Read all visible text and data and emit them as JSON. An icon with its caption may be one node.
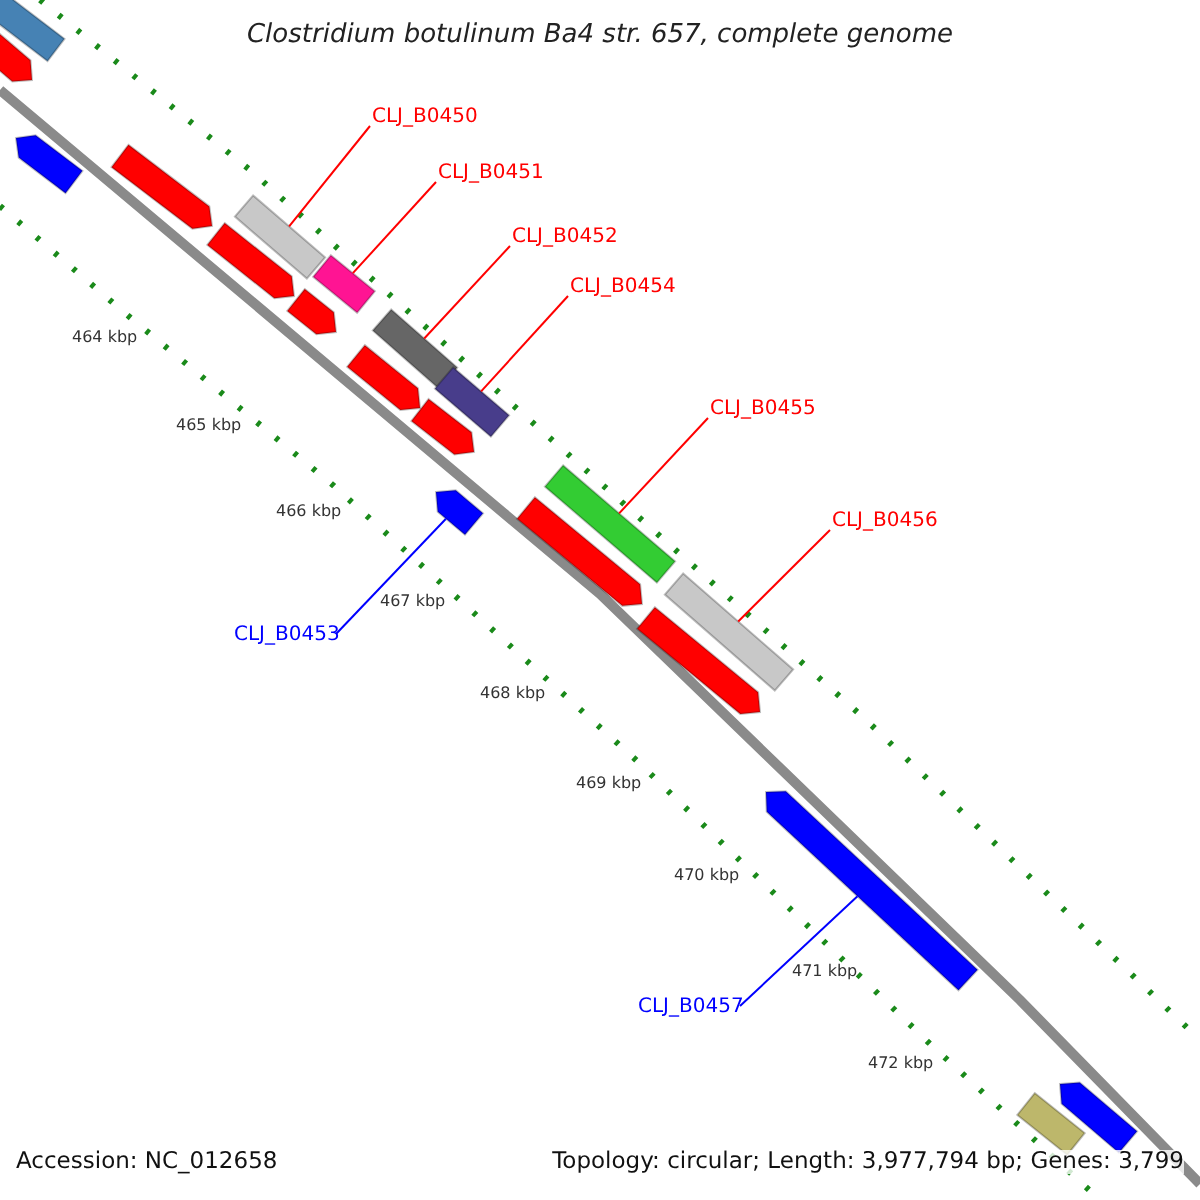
{
  "diagram": {
    "title": "Clostridium botulinum Ba4 str. 657, complete genome",
    "nodes": [
      {
        "text": [
          "CLJ_B0450"
        ]
      },
      {
        "text": [],
        "shape": "bar"
      },
      {
        "text": [
          "CLJ_B0451"
        ]
      },
      {
        "text": [],
        "shape": "bar"
      },
      {
        "text": [
          "CLJ_B0452"
        ]
      },
      {
        "text": [],
        "shape": "bar"
      },
      {
        "text": [
          "CLJ_B0454"
        ]
      },
      {
        "text": [],
        "shape": "bar"
      },
      {
        "text": [
          "CLJ_B0455"
        ]
      },
      {
        "text": [],
        "shape": "bar"
      },
      {
        "text": [
          "CLJ_B0456"
        ]
      },
      {
        "text": [],
        "shape": "bar"
      },
      {
        "text": [
          "CLJ_B0453"
        ]
      },
      {
        "text": [],
        "shape": "arrow"
      },
      {
        "text": [
          "CLJ_B0457"
        ]
      },
      {
        "text": [],
        "shape": "arrow"
      }
    ],
    "edges": [
      {
        "from": 0,
        "to": 1,
        "arrow": "none"
      },
      {
        "from": 2,
        "to": 3,
        "arrow": "none"
      },
      {
        "from": 4,
        "to": 5,
        "arrow": "none"
      },
      {
        "from": 6,
        "to": 7,
        "arrow": "none"
      },
      {
        "from": 8,
        "to": 9,
        "arrow": "none"
      },
      {
        "from": 10,
        "to": 11,
        "arrow": "none"
      },
      {
        "from": 12,
        "to": 13,
        "arrow": "none",
        "color": "#0000ff"
      },
      {
        "from": 14,
        "to": 15,
        "arrow": "none",
        "color": "#0000ff"
      }
    ],
    "labels": [
      "464 kbp",
      "465 kbp",
      "466 kbp",
      "467 kbp",
      "468 kbp",
      "469 kbp",
      "470 kbp",
      "471 kbp",
      "472 kbp",
      "Accession: NC_012658",
      "Topology: circular; Length: 3,977,794 bp; Genes: 3,799"
    ]
  }
}
